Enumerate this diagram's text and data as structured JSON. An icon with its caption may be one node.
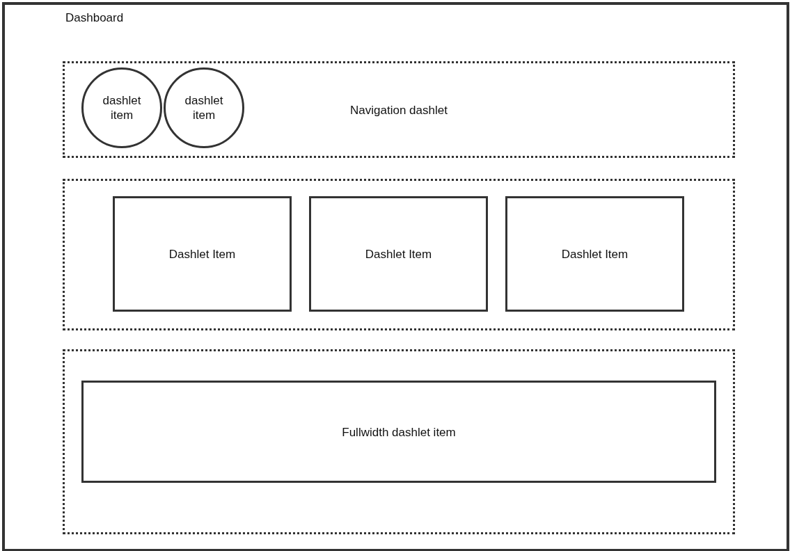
{
  "diagram": {
    "nodes": [
      {
        "text": [
          "Dashboard"
        ]
      },
      {
        "text": [
          "Navigation dashlet"
        ],
        "in": 0
      },
      {
        "text": [
          "dashlet item"
        ],
        "in": 1
      },
      {
        "text": [
          "dashlet item"
        ],
        "in": 1
      },
      {
        "text": [],
        "shape": "box",
        "in": 0
      },
      {
        "text": [
          "Dashlet Item"
        ],
        "in": 4
      },
      {
        "text": [
          "Dashlet Item"
        ],
        "in": 4
      },
      {
        "text": [
          "Dashlet Item"
        ],
        "in": 4
      },
      {
        "text": [],
        "shape": "box",
        "in": 0
      },
      {
        "text": [
          "Fullwidth dashlet item"
        ],
        "in": 8
      }
    ]
  }
}
